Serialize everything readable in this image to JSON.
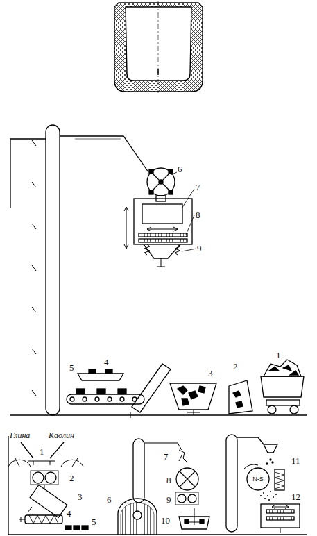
{
  "diagram": {
    "nodes": [
      {
        "text": [
          "N-S"
        ]
      }
    ],
    "labels": [
      "6",
      "7",
      "8",
      "9",
      "5",
      "4",
      "3",
      "2",
      "1",
      "Глина",
      "Каолин",
      "1",
      "2",
      "3",
      "4",
      "5",
      "6",
      "7",
      "8",
      "9",
      "10",
      "11",
      "12"
    ]
  }
}
